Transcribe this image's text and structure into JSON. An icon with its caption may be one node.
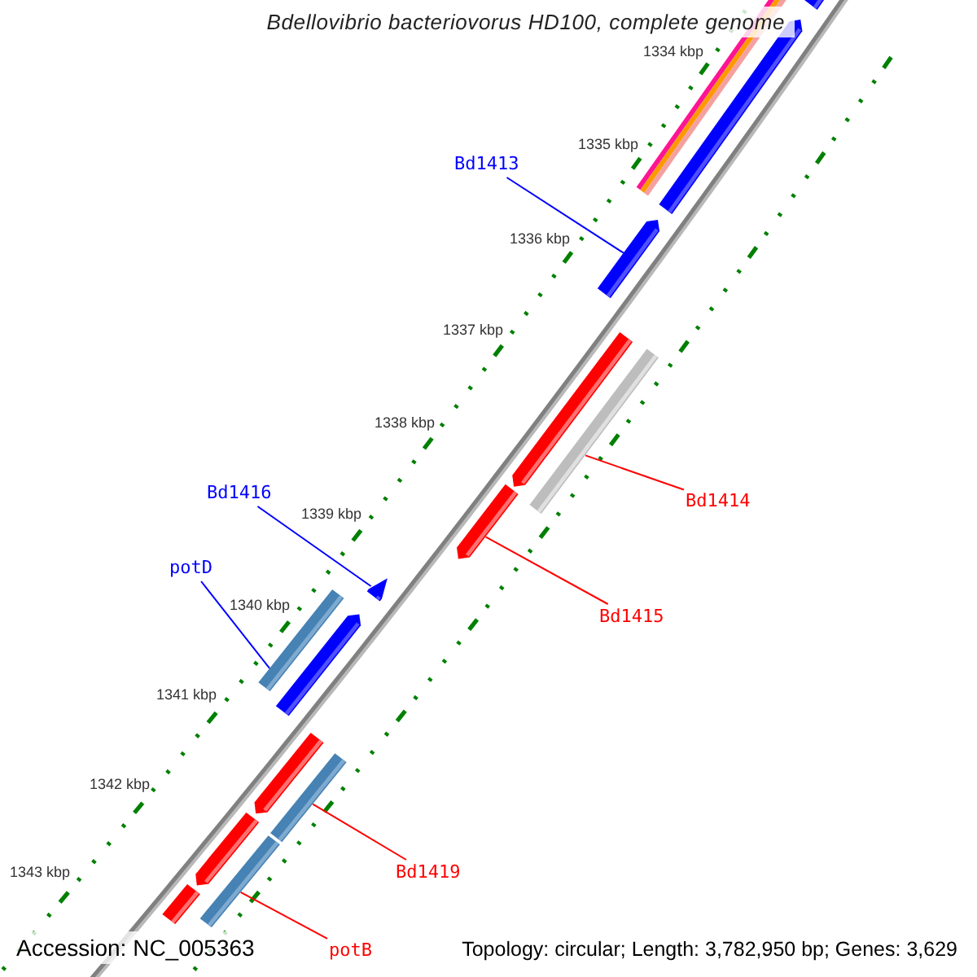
{
  "diagram": {
    "title": "Bdellovibrio bacteriovorus HD100, complete genome",
    "nodes": [
      {
        "text": [
          "Bd1413"
        ]
      },
      {
        "text": [],
        "shape": "bar"
      },
      {
        "text": [
          "Bd1414"
        ]
      },
      {
        "text": [],
        "shape": "bar"
      },
      {
        "text": [
          "Bd1416"
        ]
      },
      {
        "text": [],
        "shape": "bar"
      },
      {
        "text": [
          "Bd1415"
        ]
      },
      {
        "text": [],
        "shape": "bar"
      },
      {
        "text": [
          "potD"
        ]
      },
      {
        "text": [],
        "shape": "bar"
      },
      {
        "text": [
          "Bd1419"
        ]
      },
      {
        "text": [],
        "shape": "bar"
      },
      {
        "text": [
          "potB"
        ]
      },
      {
        "text": [],
        "shape": "bar"
      }
    ],
    "edges": [
      {
        "from": 0,
        "to": 1,
        "arrow": "none",
        "color": "#0000ff"
      },
      {
        "from": 2,
        "to": 3,
        "arrow": "none"
      },
      {
        "from": 4,
        "to": 5,
        "arrow": "none",
        "color": "#0000ff"
      },
      {
        "from": 6,
        "to": 7,
        "arrow": "none"
      },
      {
        "from": 8,
        "to": 9,
        "arrow": "none",
        "color": "#0000ff"
      },
      {
        "from": 10,
        "to": 11,
        "arrow": "none"
      },
      {
        "from": 12,
        "to": 13,
        "arrow": "none"
      }
    ],
    "labels": [
      "1334 kbp",
      "1335 kbp",
      "1336 kbp",
      "1337 kbp",
      "1338 kbp",
      "1339 kbp",
      "1340 kbp",
      "1341 kbp",
      "1342 kbp",
      "1343 kbp",
      "Accession: NC_005363",
      "Topology: circular; Length: 3,782,950 bp; Genes: 3,629"
    ]
  }
}
